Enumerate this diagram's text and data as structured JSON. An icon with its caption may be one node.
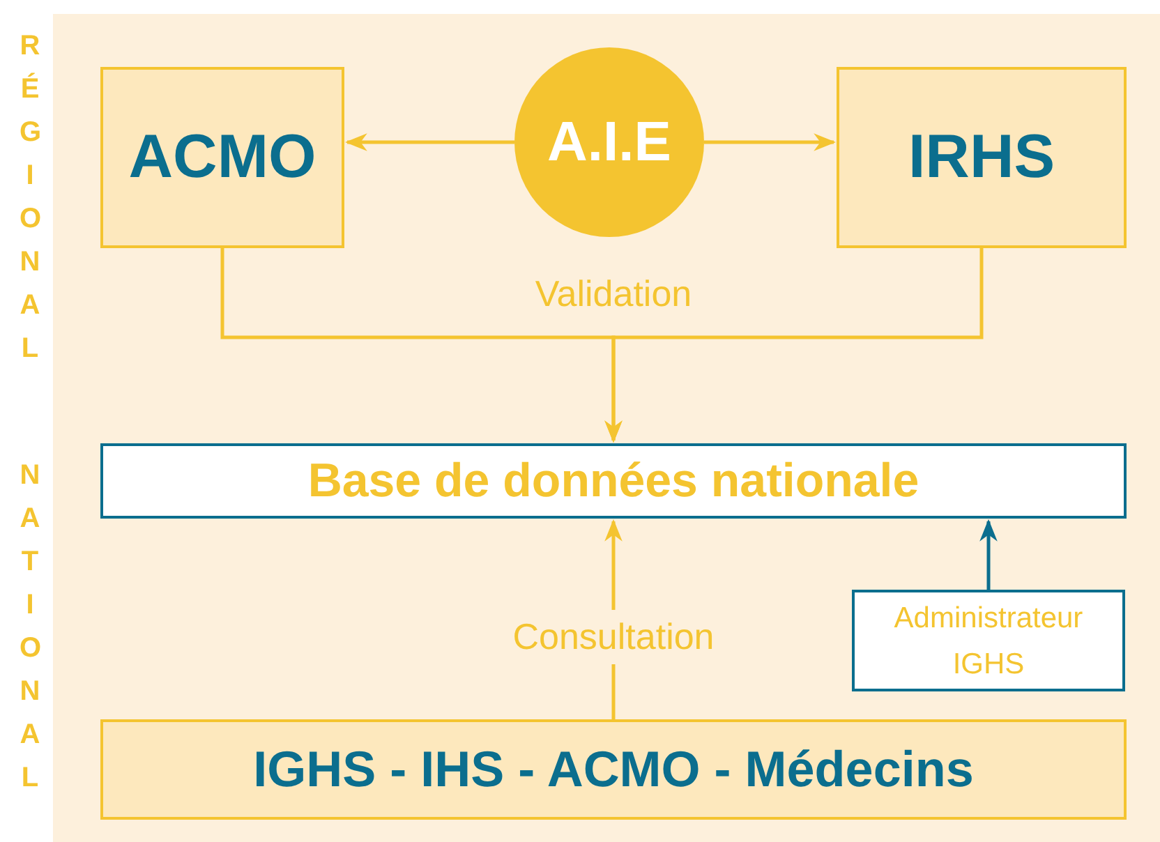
{
  "diagram": {
    "nodes": [
      {
        "text": [
          "ACMO"
        ]
      },
      {
        "text": [
          "A.I.E"
        ]
      },
      {
        "text": [
          "IRHS"
        ]
      },
      {
        "text": [
          "Base de données nationale"
        ]
      },
      {
        "text": [
          "Administrateur IGHS"
        ]
      },
      {
        "text": [
          "IGHS - IHS - ACMO - Médecins"
        ]
      }
    ],
    "edges": [
      {
        "from": 1,
        "to": 0,
        "arrow": "to"
      },
      {
        "from": 1,
        "to": 2,
        "arrow": "to"
      },
      {
        "from": 0,
        "to": 3,
        "arrow": "to",
        "label": "Validation"
      },
      {
        "from": 2,
        "to": 3,
        "arrow": "to"
      },
      {
        "from": 4,
        "to": 3,
        "arrow": "to",
        "color": "#0b6e8e"
      },
      {
        "from": 5,
        "to": 3,
        "arrow": "to",
        "label": "Consultation"
      }
    ],
    "labels": [
      "RÉGIONAL",
      "NATIONAL"
    ]
  }
}
